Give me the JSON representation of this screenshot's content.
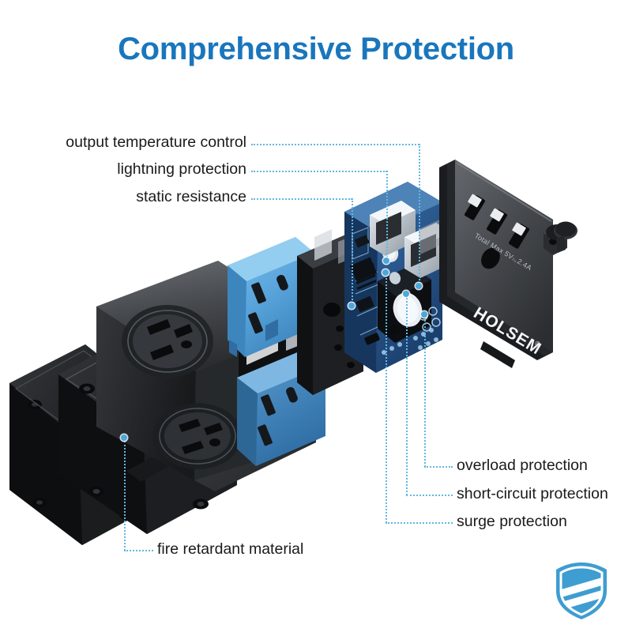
{
  "page": {
    "title": "Comprehensive Protection",
    "background_color": "#ffffff",
    "title_color": "#1a76bc",
    "label_color": "#1a1a1a",
    "leader_line_color": "#63b8e0",
    "accent_color": "#4aa8dc"
  },
  "callouts": {
    "left": [
      {
        "label": "output temperature control"
      },
      {
        "label": "lightning protection"
      },
      {
        "label": "static resistance"
      }
    ],
    "right": [
      {
        "label": "overload protection"
      },
      {
        "label": "short-circuit protection"
      },
      {
        "label": "surge protection"
      }
    ],
    "bottom": [
      {
        "label": "fire retardant material"
      }
    ]
  },
  "product": {
    "brand": "HOLSEM",
    "brand_mark": "®",
    "rating_text": "Total Max 5V⍓2.4A",
    "description": "exploded-view wall outlet usb charger"
  },
  "logo": {
    "name": "protection-shield",
    "color": "#3e9dd1",
    "accent": "#ffffff"
  }
}
